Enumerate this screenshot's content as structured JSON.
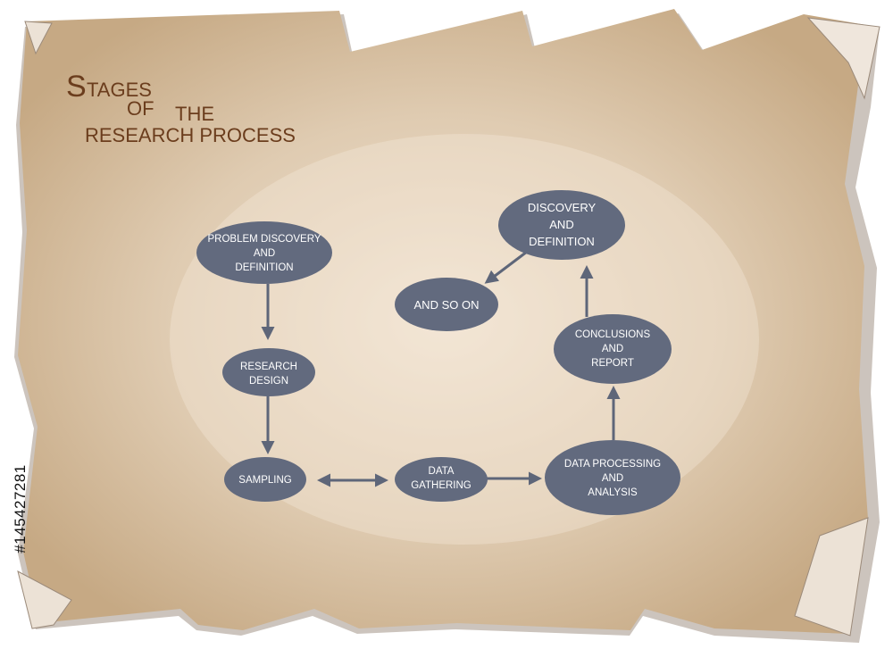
{
  "title": {
    "first_letter": "S",
    "line1_rest": "TAGES",
    "line2": "OF",
    "line2b": "THE",
    "line3": "RESEARCH PROCESS"
  },
  "nodes": {
    "problem_discovery": [
      "PROBLEM DISCOVERY",
      "AND",
      "DEFINITION"
    ],
    "research_design": [
      "RESEARCH",
      "DESIGN"
    ],
    "sampling": [
      "SAMPLING"
    ],
    "data_gathering": [
      "DATA",
      "GATHERING"
    ],
    "data_processing": [
      "DATA PROCESSING",
      "AND",
      "ANALYSIS"
    ],
    "conclusions": [
      "CONCLUSIONS",
      "AND",
      "REPORT"
    ],
    "discovery": [
      "DISCOVERY",
      "AND",
      "DEFINITION"
    ],
    "and_so_on": [
      "AND SO ON"
    ]
  },
  "side_id": "#145427281",
  "colors": {
    "node_fill": "#626a7e",
    "arrow": "#5e6679",
    "paper": "#d8c2a6",
    "paper_light": "#f2e4d3",
    "title": "#6b3d1d"
  }
}
